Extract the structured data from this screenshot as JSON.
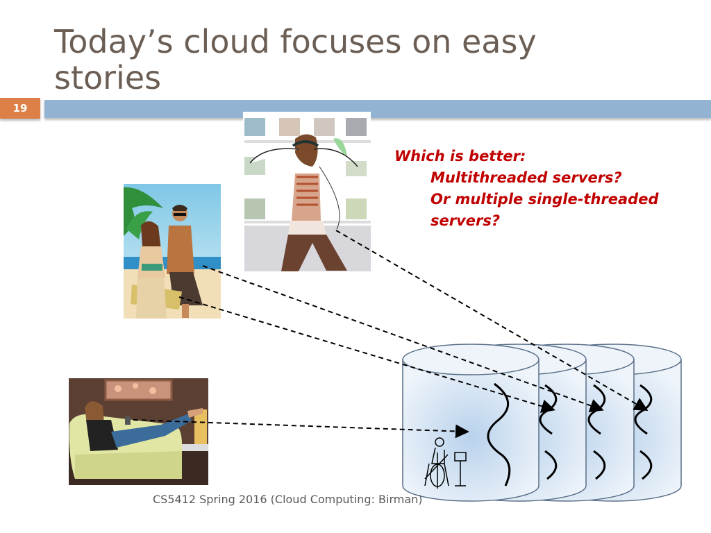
{
  "slide": {
    "number": "19",
    "title_line1": "Today’s cloud focuses on easy",
    "title_line2": "stories",
    "question": {
      "heading": "Which is better:",
      "option1": "Multithreaded servers?",
      "option2": "Or multiple single-threaded",
      "option3": "servers?"
    },
    "footer": "CS5412 Spring 2016 (Cloud Computing: Birman)"
  },
  "colors": {
    "title": "#6b5e55",
    "header_bar": "#93b3d3",
    "slide_number_bg": "#dd8047",
    "question_text": "#c00000",
    "cylinder_fill": "#dbe8f4",
    "cylinder_stroke": "#5a6f88"
  },
  "icons": [
    "beach-couple-illustration",
    "dancing-woman-headphones-illustration",
    "woman-on-couch-phone-illustration",
    "server-cylinder-icon",
    "thread-squiggle-icon",
    "cellist-icon"
  ]
}
